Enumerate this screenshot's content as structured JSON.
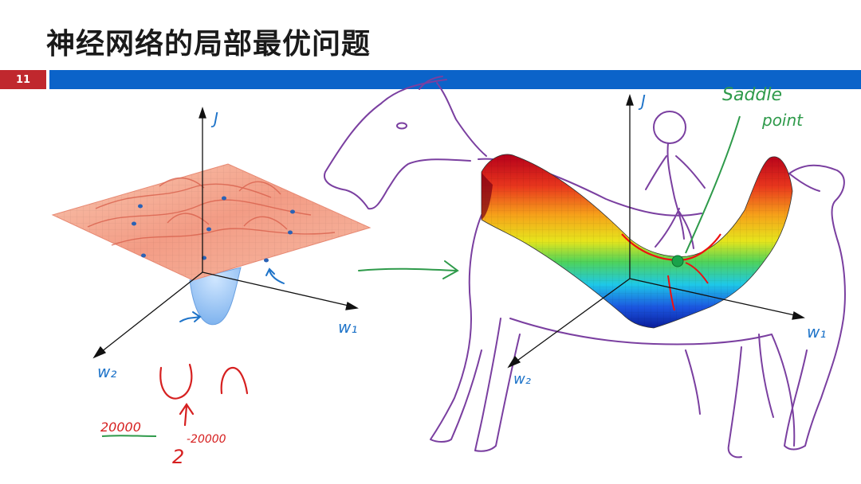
{
  "slide": {
    "title": "神经网络的局部最优问题",
    "number": "11"
  },
  "annotations": {
    "axis_j_left": "J",
    "axis_w1_left": "w₁",
    "axis_w2_left": "w₂",
    "axis_j_right": "J",
    "axis_w1_right": "w₁",
    "axis_w2_right": "w₂",
    "saddle_label_line1": "Saddle",
    "saddle_label_line2": "point",
    "count_label": "20000",
    "exponent_base": "2",
    "exponent_power": "-20000"
  },
  "colors": {
    "accent_red": "#c0282e",
    "bar_blue": "#0b63c9",
    "ink_blue": "#1f74c9",
    "ink_green": "#2e9a4a",
    "ink_red": "#d62020",
    "ink_purple": "#7a3fa0"
  }
}
